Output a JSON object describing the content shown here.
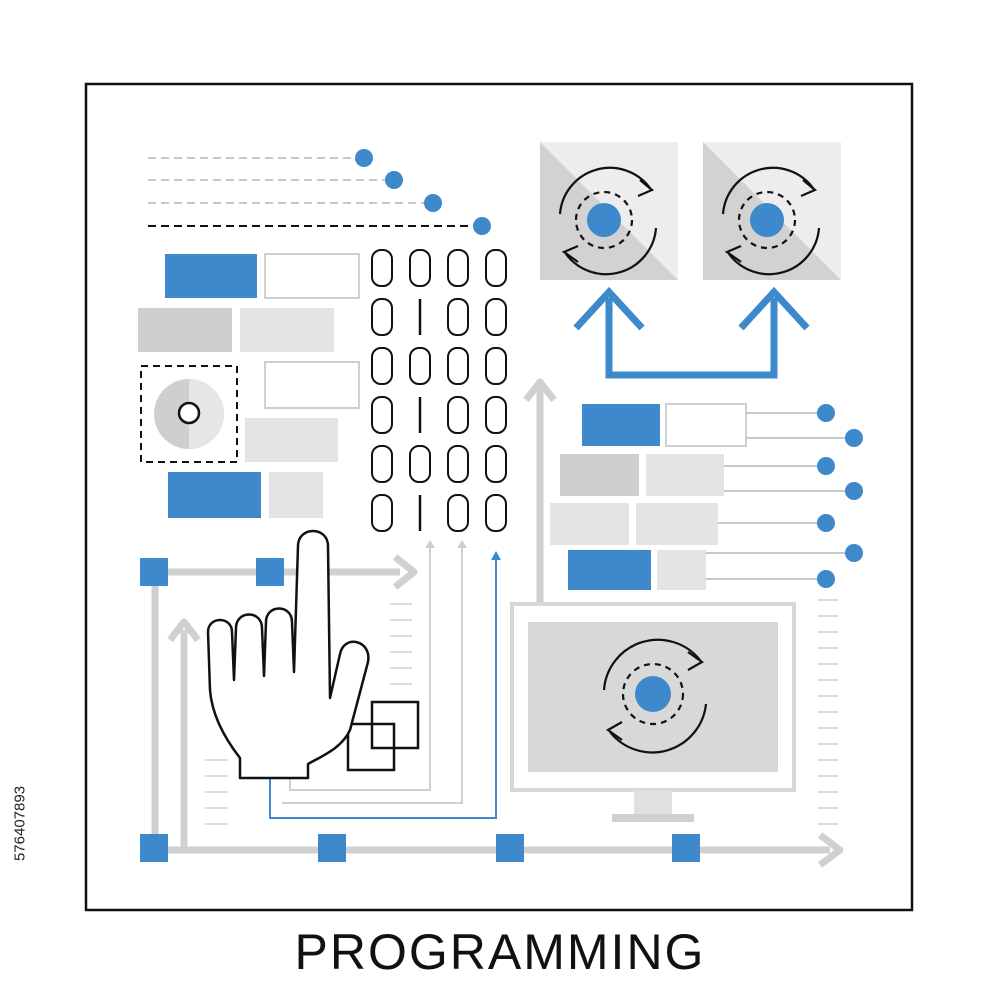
{
  "caption": "PROGRAMMING",
  "stock_id": "576407893",
  "binary": {
    "rows": [
      [
        "0",
        "0",
        "0",
        "0"
      ],
      [
        "0",
        "1",
        "0",
        "0"
      ],
      [
        "0",
        "0",
        "0",
        "0"
      ],
      [
        "0",
        "1",
        "0",
        "0"
      ],
      [
        "0",
        "0",
        "0",
        "0"
      ],
      [
        "0",
        "1",
        "0",
        "0"
      ]
    ]
  },
  "colors": {
    "accent": "#3e88cc",
    "light_gray": "#dcdcdc",
    "mid_gray": "#c4c4c4",
    "line": "#111111"
  },
  "icons": [
    "pointing-hand-icon",
    "refresh-target-icon",
    "monitor-icon",
    "cd-disc-icon",
    "overlapping-squares-icon",
    "arrow-up-icon"
  ]
}
